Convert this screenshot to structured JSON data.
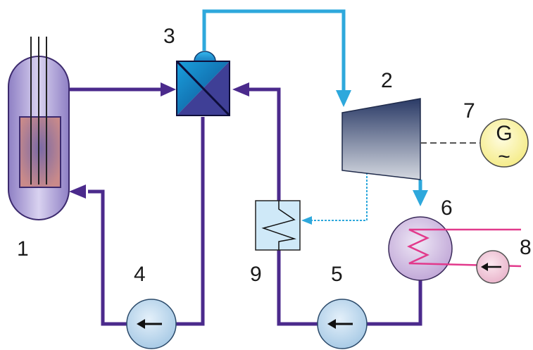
{
  "labels": {
    "reactor": "1",
    "turbine": "2",
    "steam_generator": "3",
    "primary_pump": "4",
    "feed_pump": "5",
    "condenser": "6",
    "generator": "7",
    "cooling_pump": "8",
    "heater": "9"
  },
  "generator_symbol": "G",
  "generator_ac": "~",
  "colors": {
    "primary_loop": "#4b2a8c",
    "steam_line": "#2ea8dc",
    "cooling_water": "#e23a8c",
    "extraction_line": "#2ea8dc"
  }
}
